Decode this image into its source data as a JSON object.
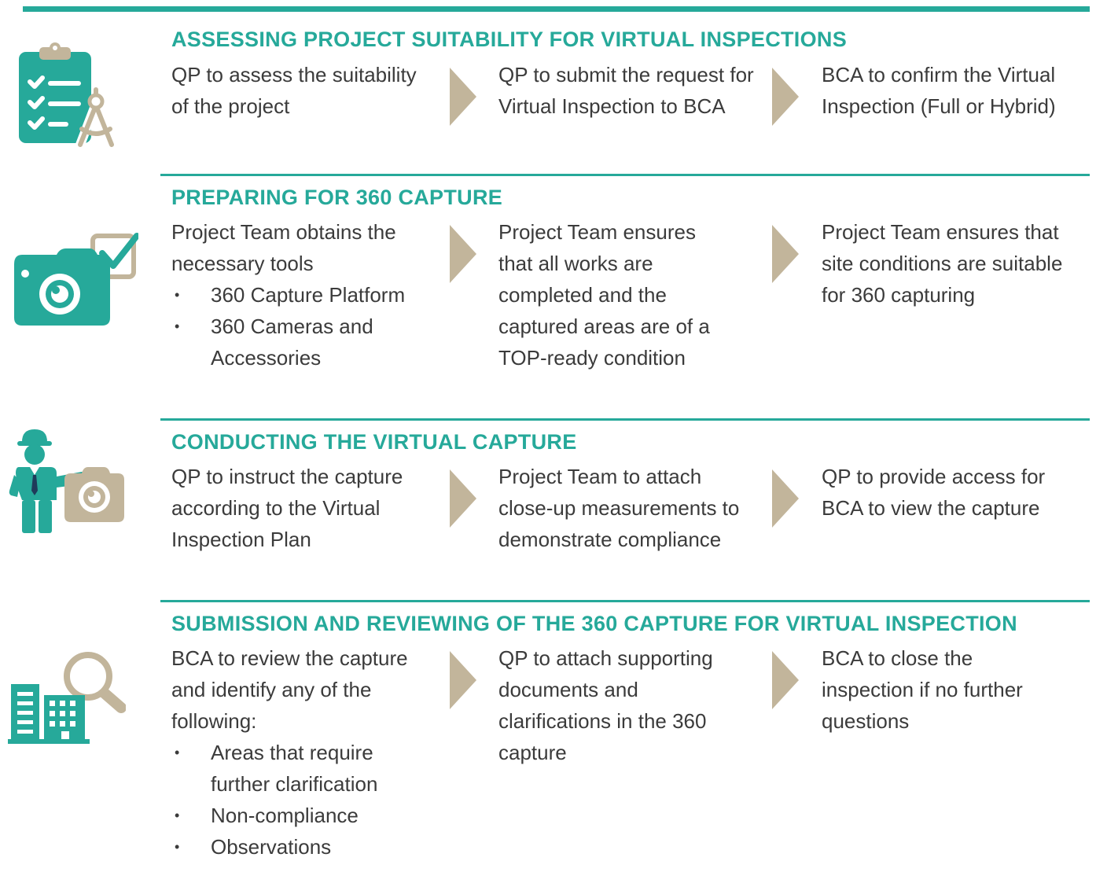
{
  "colors": {
    "accent": "#26a99a",
    "tan": "#c2b59b",
    "text": "#3b3b3b"
  },
  "sections": [
    {
      "title": "ASSESSING PROJECT SUITABILITY FOR VIRTUAL INSPECTIONS",
      "icon": "clipboard-checklist-compass-icon",
      "steps": [
        {
          "text": "QP to assess the suitability of the project"
        },
        {
          "text": "QP to submit the request for Virtual Inspection to BCA"
        },
        {
          "text": "BCA to confirm the Virtual Inspection (Full or Hybrid)"
        }
      ]
    },
    {
      "title": "PREPARING FOR 360 CAPTURE",
      "icon": "camera-checkbox-icon",
      "steps": [
        {
          "text": "Project Team obtains the necessary tools",
          "bullets": [
            "360 Capture Platform",
            "360 Cameras and Accessories"
          ]
        },
        {
          "text": "Project Team ensures that all works are completed and the captured areas are of a TOP-ready condition"
        },
        {
          "text": "Project Team ensures that site conditions are suitable for 360 capturing"
        }
      ]
    },
    {
      "title": "CONDUCTING THE VIRTUAL CAPTURE",
      "icon": "engineer-camera-icon",
      "steps": [
        {
          "text": "QP to instruct the capture according to the Virtual Inspection Plan"
        },
        {
          "text": "Project Team to attach close-up measurements to demonstrate compliance"
        },
        {
          "text": "QP to provide access for BCA to view the capture"
        }
      ]
    },
    {
      "title": "SUBMISSION AND REVIEWING OF THE 360 CAPTURE FOR VIRTUAL INSPECTION",
      "icon": "building-magnifier-icon",
      "steps": [
        {
          "text": "BCA to review the capture and identify any of the following:",
          "bullets": [
            "Areas that require further clarification",
            "Non-compliance",
            "Observations"
          ]
        },
        {
          "text": "QP to attach supporting documents and clarifications in the 360 capture"
        },
        {
          "text": "BCA to close the inspection if no further questions"
        }
      ]
    }
  ]
}
